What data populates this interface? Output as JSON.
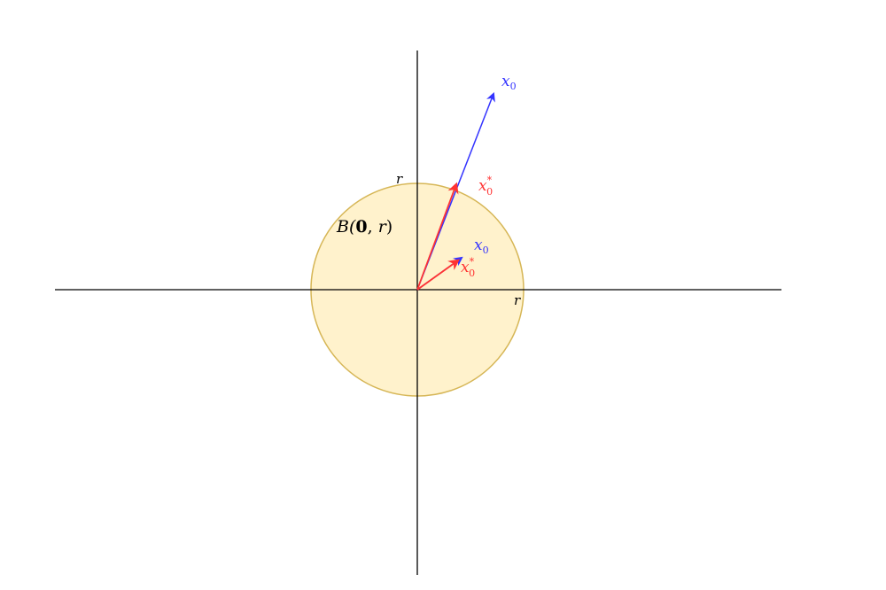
{
  "colors": {
    "background": "#ffffff",
    "ball_fill": "#fff2cc",
    "ball_stroke": "#d6b656",
    "axis": "#000000",
    "original_vector": "#3333ff",
    "projected_vector": "#ff3333",
    "text": "#000000"
  },
  "labels": {
    "ball": {
      "base": "B(",
      "center": "0",
      "sep": ", ",
      "radius": "r",
      "close": ")"
    },
    "radius_top": "r",
    "radius_right": "r",
    "outer": {
      "x0_base": "x",
      "x0_sub": "0",
      "x0_star_base": "x",
      "x0_star_sup": "*",
      "x0_star_sub": "0"
    },
    "inner": {
      "x0_base": "x",
      "x0_sub": "0",
      "x0_star_base": "x",
      "x0_star_sup": "*",
      "x0_star_sub": "0"
    }
  }
}
